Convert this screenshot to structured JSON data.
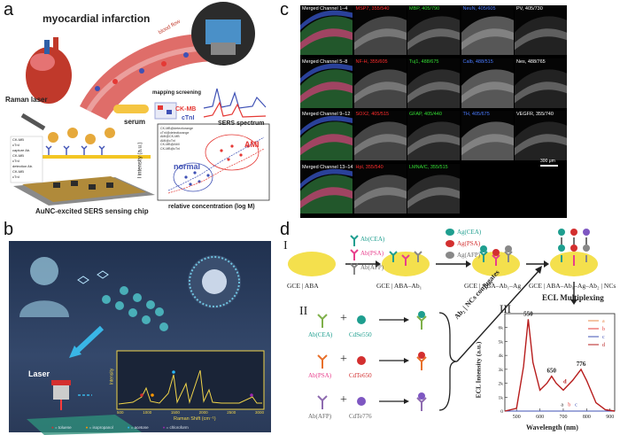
{
  "labels": {
    "a": "a",
    "b": "b",
    "c": "c",
    "d": "d"
  },
  "panel_a": {
    "title": "myocardial infarction",
    "blood_flow": "blood flow",
    "raman_laser": "Raman laser",
    "serum": "serum",
    "mapping": "mapping screening",
    "ckmb": "CK-MB",
    "ctni": "cTnI",
    "sers_spectrum": "SERS spectrum",
    "chip_label": "AuNC-excited SERS  sensing chip",
    "legend_items": [
      "CK-MB",
      "cTnI",
      "capture Ab.",
      "CK-MB",
      "cTnI",
      "detection Ab.",
      "CK-MB",
      "cTnI"
    ],
    "plot": {
      "ylabel": "I  intensity (a.u.)",
      "xlabel": "relative concentration (log M)",
      "ami": "AMI",
      "normal": "normal",
      "legend": [
        "CK-MB@detectiorange",
        "cTnI@detectiorange",
        "AMI@CK-MB",
        "AMI@cTnI",
        "CK-MB@AMI",
        "CK-MB@cTnI"
      ]
    }
  },
  "panel_b": {
    "laser": "Laser",
    "plot": {
      "ylabel": "Intensity",
      "xlabel": "Raman Shift (cm⁻¹)",
      "xticks": [
        "500",
        "1000",
        "1500",
        "2000",
        "2500",
        "3000"
      ]
    },
    "legend": [
      "= toluene",
      "= isopropanol",
      "= acetone",
      "= chloroform"
    ],
    "colors": {
      "toluene": "#d32f2f",
      "isopropanol": "#ff9800",
      "acetone": "#29b6f6",
      "chloroform": "#9c27b0"
    }
  },
  "panel_c": {
    "rows": [
      [
        {
          "text": "Merged Channel 1–4",
          "color": "#ffffff"
        },
        {
          "text": "MSP7, 355/540",
          "color": "#ff2b2b"
        },
        {
          "text": "MBP, 405/790",
          "color": "#33dd33"
        },
        {
          "text": "NeuN, 405/605",
          "color": "#4a7bff"
        },
        {
          "text": "PV, 405/730",
          "color": "#ffffff"
        }
      ],
      [
        {
          "text": "Merged Channel 5–8",
          "color": "#ffffff"
        },
        {
          "text": "NF-H, 355/605",
          "color": "#ff2b2b"
        },
        {
          "text": "Tuj1, 488/675",
          "color": "#33dd33"
        },
        {
          "text": "Calb, 488/515",
          "color": "#4a7bff"
        },
        {
          "text": "Nes, 488/765",
          "color": "#ffffff"
        }
      ],
      [
        {
          "text": "Merged Channel 9–12",
          "color": "#ffffff"
        },
        {
          "text": "SOX2, 405/515",
          "color": "#ff2b2b"
        },
        {
          "text": "GFAP, 405/440",
          "color": "#33dd33"
        },
        {
          "text": "TH, 405/675",
          "color": "#4a7bff"
        },
        {
          "text": "VEGFR, 355/740",
          "color": "#ffffff"
        }
      ],
      [
        {
          "text": "Merged Channel 13–14",
          "color": "#ffffff"
        },
        {
          "text": "Hpl, 355/540",
          "color": "#ff2b2b"
        },
        {
          "text": "LMNA/C, 355/515",
          "color": "#33dd33"
        }
      ]
    ],
    "scalebar": "300 μm"
  },
  "panel_d": {
    "roman1": "I",
    "roman2": "II",
    "roman3": "III",
    "ab_labels": [
      "Ab(CEA)",
      "Ab(PSA)",
      "Ab(AFP)"
    ],
    "ag_labels": [
      "Ag(CEA)",
      "Ag(PSA)",
      "Ag(AFP)"
    ],
    "gce1": "GCE | ABA",
    "gce2": "GCE | ABA–Ab₁",
    "gce3": "GCE | ABA–Ab₁–Ag",
    "gce4": "GCE | ABA–Ab₁–Ag–Ab₂ | NCs",
    "ecl_multiplexing": "ECL Multiplexing",
    "conjugates": "Ab₂ | NCs conjugates",
    "conj": [
      {
        "ab": "Ab(CEA)",
        "nc": "CdSe550",
        "abcolor": "#1e9e8f",
        "nccolor": "#1e9e8f"
      },
      {
        "ab": "Ab(PSA)",
        "nc": "CdTe650",
        "abcolor": "#e83e8c",
        "nccolor": "#d32f2f"
      },
      {
        "ab": "Ab(AFP)",
        "nc": "CdTe776",
        "abcolor": "#666666",
        "nccolor": "#7e57c2"
      }
    ],
    "plot": {
      "ylabel": "ECL Intensity (a.u.)",
      "xlabel": "Wavelength (nm)",
      "xticks": [
        "500",
        "600",
        "700",
        "800",
        "900"
      ],
      "yticks": [
        "0",
        "1k",
        "2k",
        "3k",
        "4k",
        "5k",
        "6k"
      ],
      "peaks": [
        "550",
        "650",
        "776"
      ],
      "legend": [
        "a",
        "b",
        "c",
        "d"
      ],
      "legend_colors": [
        "#e8884a",
        "#e53935",
        "#3f51b5",
        "#b71c1c"
      ],
      "inner_labels": {
        "d": "d",
        "a": "a",
        "b": "b",
        "c": "c"
      }
    }
  },
  "chart_data": {
    "type": "line",
    "xlabel": "Wavelength (nm)",
    "ylabel": "ECL Intensity (a.u.)",
    "xlim": [
      450,
      920
    ],
    "ylim": [
      0,
      7000
    ],
    "x": [
      450,
      500,
      530,
      550,
      570,
      600,
      630,
      650,
      670,
      700,
      740,
      776,
      800,
      840,
      880,
      920
    ],
    "series": [
      {
        "name": "a",
        "values": [
          0,
          0,
          0,
          0,
          0,
          0,
          0,
          0,
          0,
          0,
          0,
          0,
          0,
          0,
          0,
          0
        ]
      },
      {
        "name": "b",
        "values": [
          0,
          0,
          0,
          0,
          0,
          0,
          0,
          0,
          0,
          0,
          0,
          0,
          0,
          0,
          0,
          0
        ]
      },
      {
        "name": "c",
        "values": [
          0,
          0,
          0,
          0,
          0,
          0,
          0,
          0,
          0,
          0,
          0,
          0,
          0,
          0,
          0,
          0
        ]
      },
      {
        "name": "d",
        "values": [
          0,
          200,
          3200,
          6600,
          3500,
          1500,
          2000,
          2500,
          2000,
          1500,
          2200,
          3000,
          2200,
          600,
          100,
          0
        ]
      }
    ],
    "annotations": [
      "550",
      "650",
      "776"
    ]
  }
}
